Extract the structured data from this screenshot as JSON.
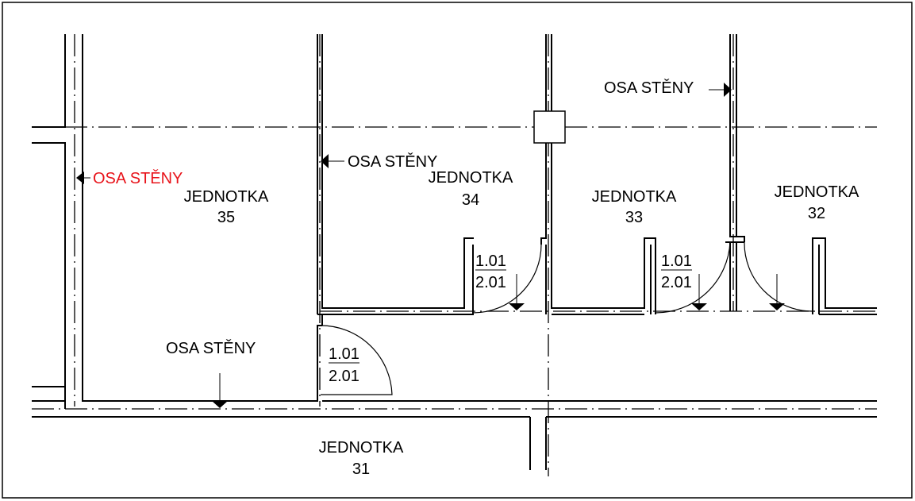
{
  "wall_axis_label": "OSA STĚNY",
  "wall_axis_label_highlighted": "OSA STĚNY",
  "highlight_color": "#e8141b",
  "units": [
    {
      "name": "JEDNOTKA",
      "number": "35"
    },
    {
      "name": "JEDNOTKA",
      "number": "34"
    },
    {
      "name": "JEDNOTKA",
      "number": "33"
    },
    {
      "name": "JEDNOTKA",
      "number": "32"
    },
    {
      "name": "JEDNOTKA",
      "number": "31"
    }
  ],
  "doors": [
    {
      "width": "1.01",
      "height": "2.01"
    },
    {
      "width": "1.01",
      "height": "2.01"
    },
    {
      "width": "1.01",
      "height": "2.01"
    }
  ]
}
